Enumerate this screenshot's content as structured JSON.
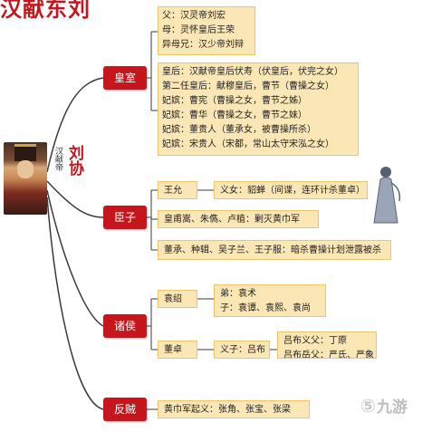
{
  "title": "汉献东刘",
  "emperor": {
    "title": "汉献帝",
    "name": "刘协"
  },
  "categories": {
    "royal": "皇室",
    "ministers": "臣子",
    "lords": "诸侯",
    "rebels": "反贼"
  },
  "royal": {
    "parents": [
      "父：汉灵帝刘宏",
      "母：灵怀皇后王荣",
      "异母兄：汉少帝刘辩"
    ],
    "wives": [
      "皇后：汉献帝皇后伏寿（伏皇后，伏完之女）",
      "第二任皇后：献穆皇后，曹节（曹操之女）",
      "妃嫔：曹宪（曹操之女，曹节之姊）",
      "妃嫔：曹华（曹操之女，曹节之妹）",
      "妃嫔：董贵人（董承女，被曹操所杀）",
      "妃嫔：宋贵人（宋都，常山太守宋泓之女）"
    ]
  },
  "ministers": {
    "wangyun": "王允",
    "wangyun_detail": "义女：貂蝉（间谍，连环计杀董卓）",
    "generals": "皇甫嵩、朱儁、卢植：剿灭黄巾军",
    "plotters": "董承、种辑、吴子兰、王子服：暗杀曹操计划泄露被杀"
  },
  "lords": {
    "yuanshao": "袁绍",
    "yuanshao_kin": [
      "弟：袁术",
      "子：袁谭、袁熙、袁尚"
    ],
    "dongzhuo": "董卓",
    "dongzhuo_son": "义子：吕布",
    "lubu_fathers": [
      "吕布义父：丁原",
      "吕布岳父：严氏、严象"
    ]
  },
  "rebels": {
    "yellow_turban": "黄巾军起义：张角、张宝、张梁"
  },
  "watermark": "九游",
  "colors": {
    "accent": "#c4161c",
    "box_fill": "#fbe7b6",
    "box_border": "#efc46c",
    "branch_line": "#3a3a3a"
  }
}
